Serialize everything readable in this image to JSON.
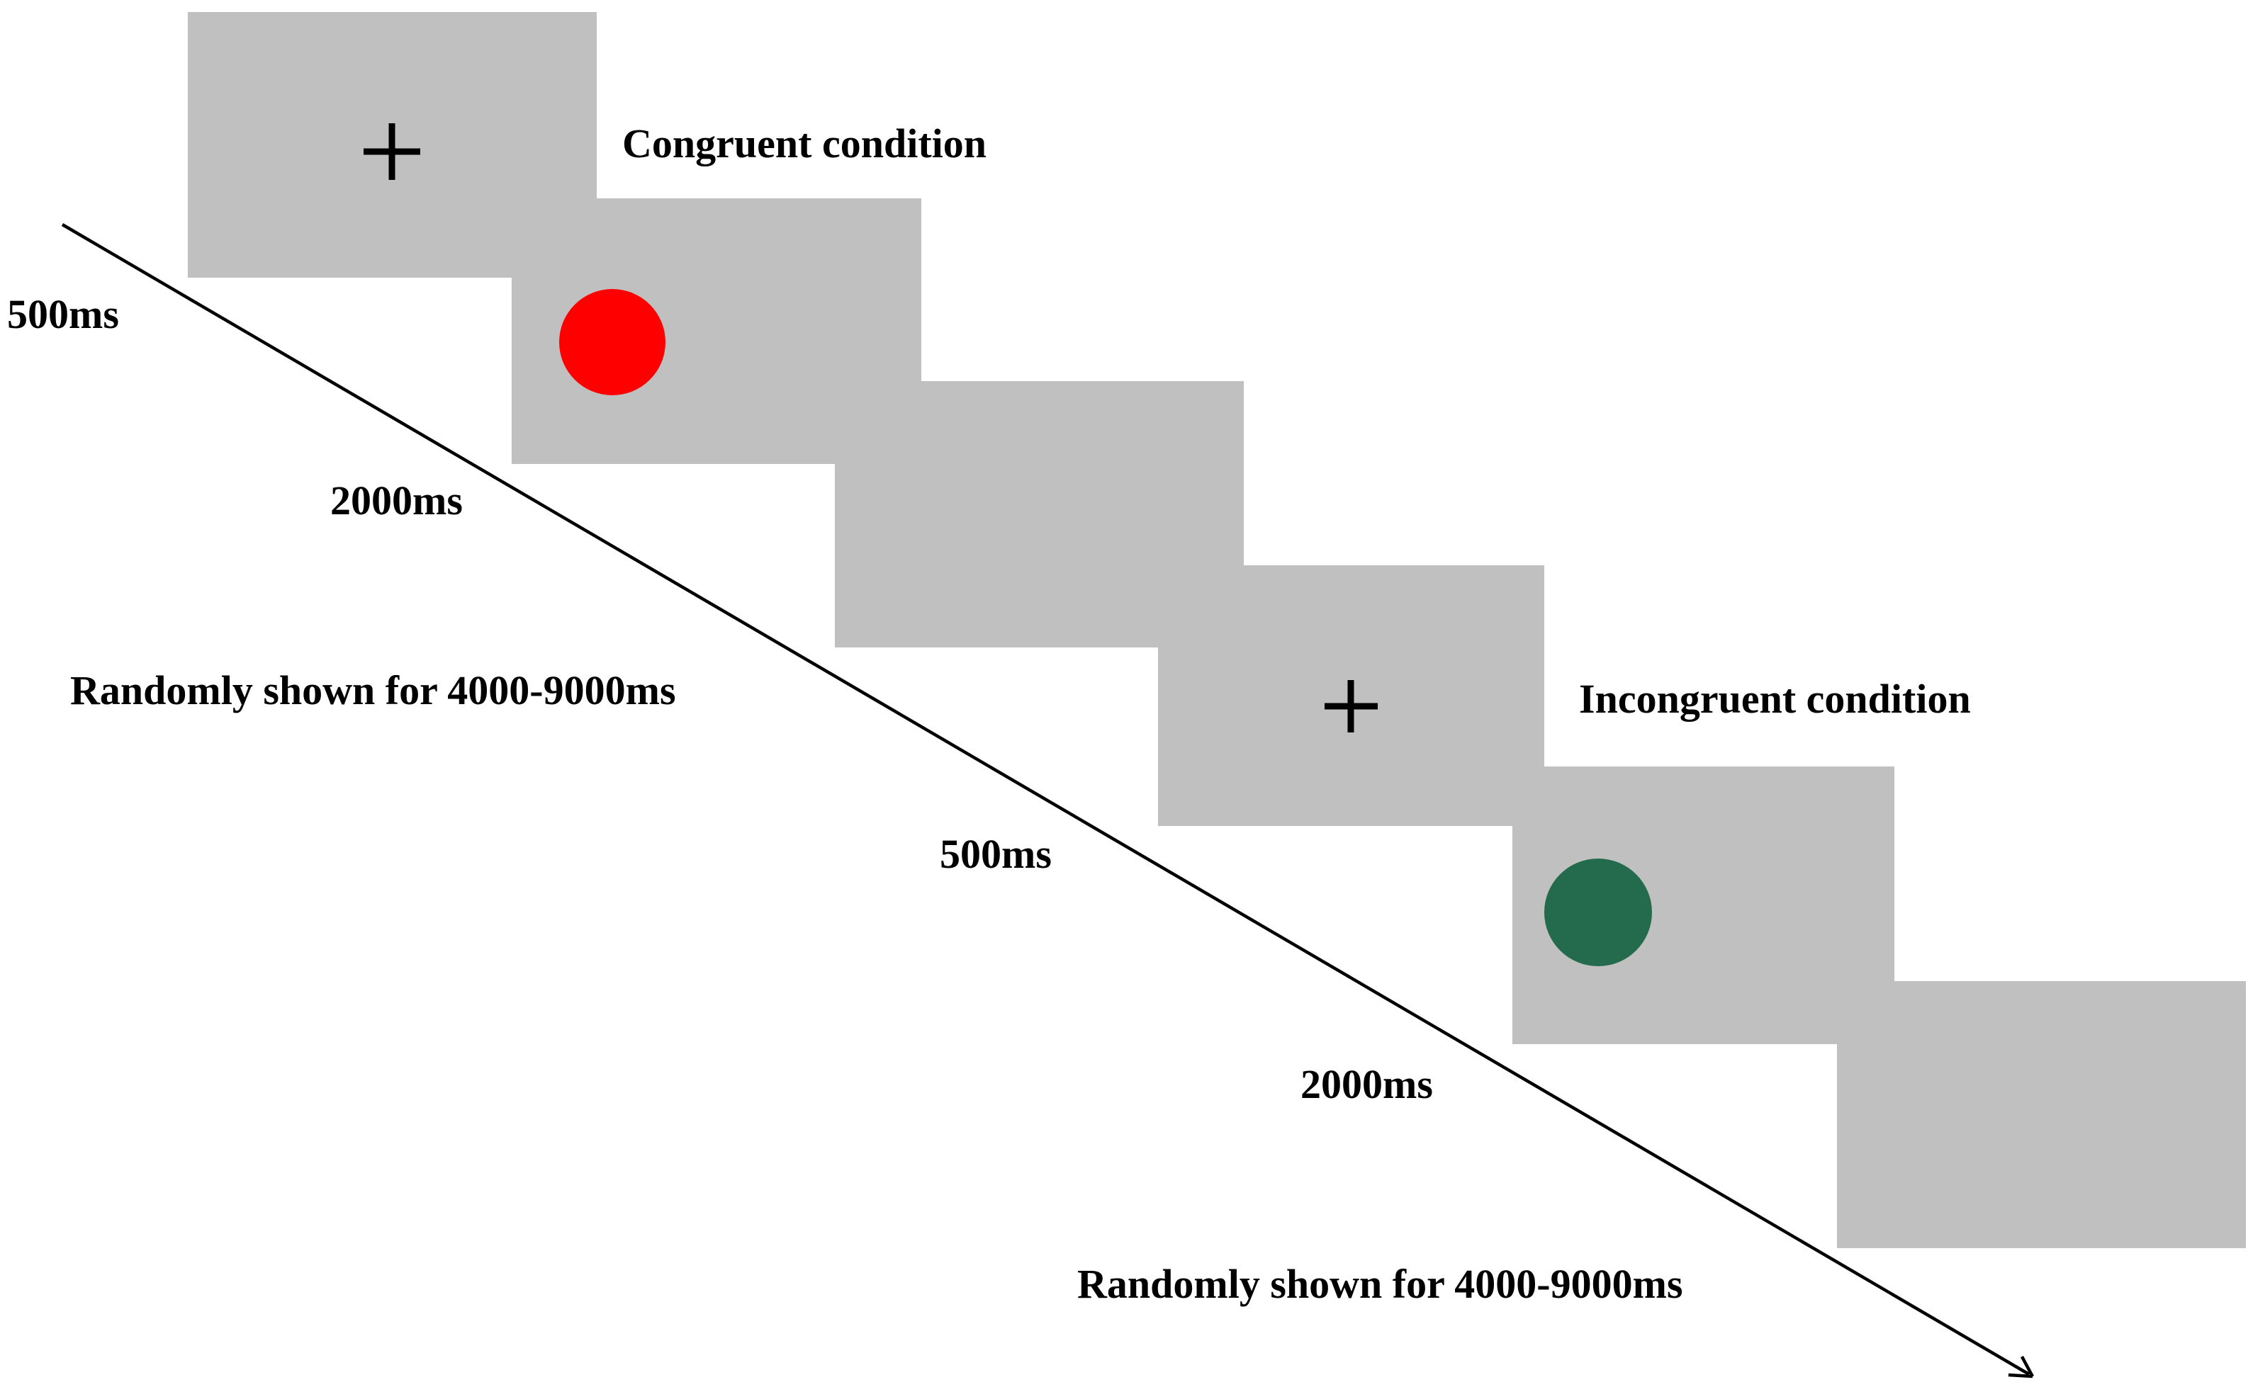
{
  "colors": {
    "background": "#ffffff",
    "screen": "#c0c0c0",
    "text": "#000000",
    "red_stimulus": "#ff0000",
    "green_stimulus": "#236b4c"
  },
  "conditions": [
    {
      "name": "Congruent condition",
      "stimulus_color": "red"
    },
    {
      "name": "Incongruent condition",
      "stimulus_color": "green"
    }
  ],
  "durations": {
    "fixation_1": "500ms",
    "stimulus_1": "2000ms",
    "iti_1": "Randomly shown for 4000-9000ms",
    "fixation_2": "500ms",
    "stimulus_2": "2000ms",
    "iti_2": "Randomly shown for 4000-9000ms"
  },
  "icons": {
    "fixation": "fixation-cross-icon",
    "timeline_arrow": "arrow-right-down-icon"
  }
}
